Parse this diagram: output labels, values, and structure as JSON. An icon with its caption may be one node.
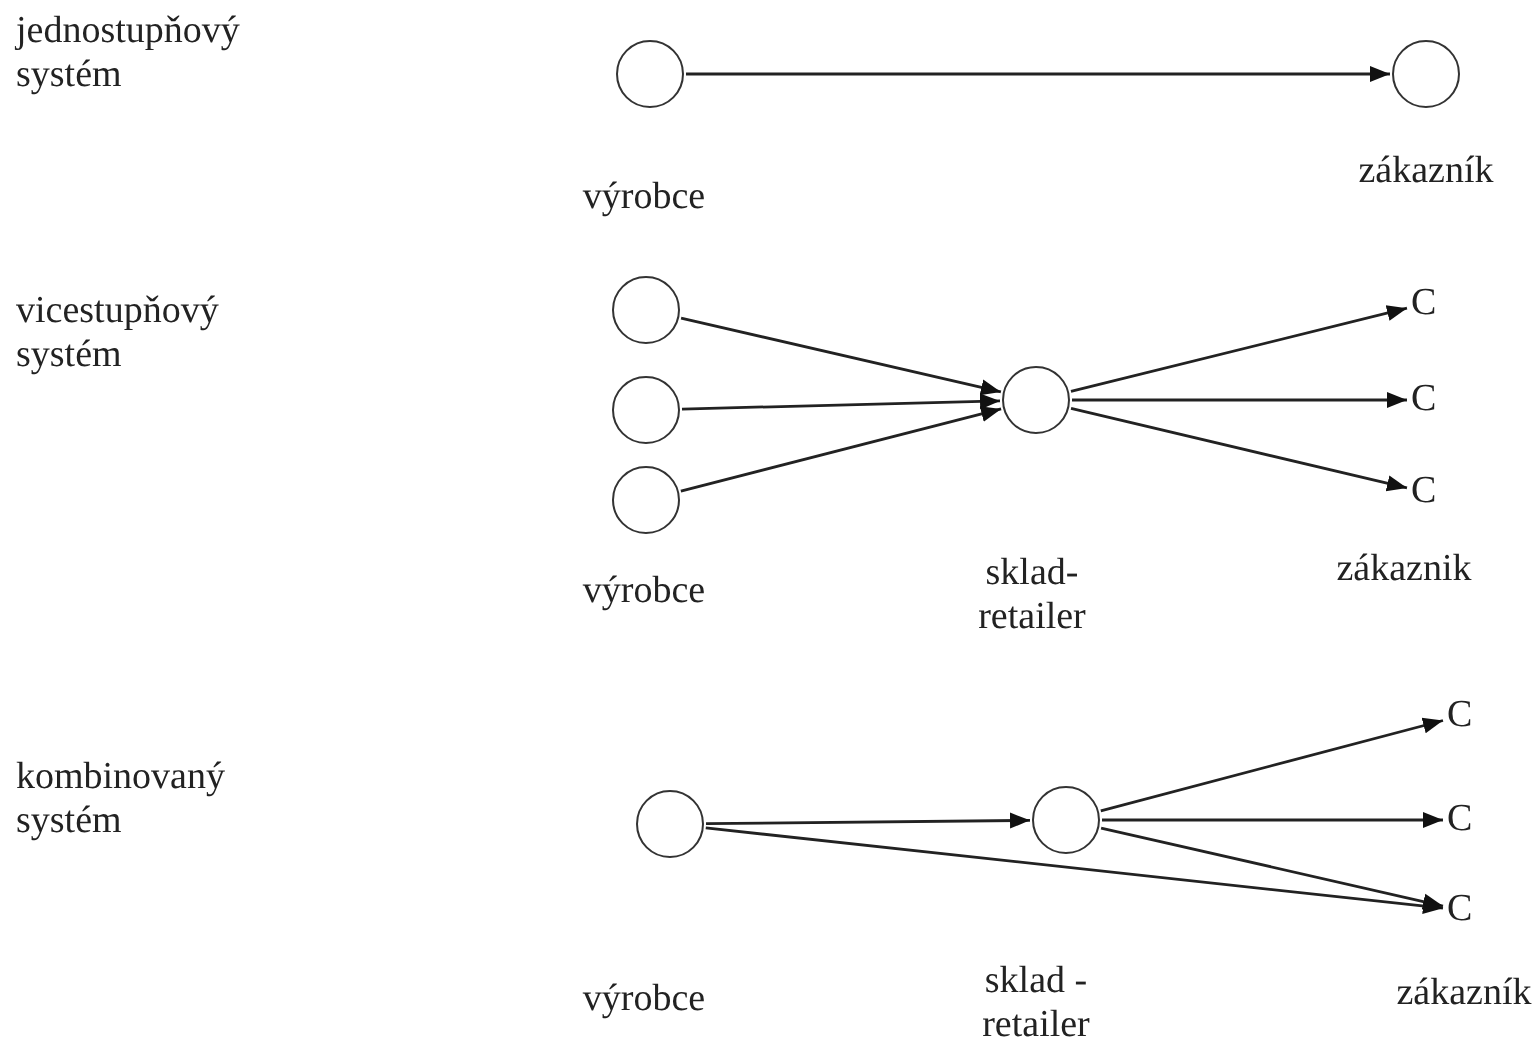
{
  "diagram": {
    "nodes": [
      {
        "text": [],
        "shape": "circle",
        "beside": [
          "výrobce"
        ]
      },
      {
        "text": [],
        "shape": "circle",
        "beside": [
          "zákazník"
        ]
      },
      {
        "text": [],
        "shape": "circle"
      },
      {
        "text": [],
        "shape": "circle"
      },
      {
        "text": [],
        "shape": "circle"
      },
      {
        "text": [],
        "shape": "circle",
        "beside": [
          "sklad- retailer"
        ]
      },
      {
        "text": [
          "C"
        ]
      },
      {
        "text": [
          "C"
        ]
      },
      {
        "text": [
          "C"
        ]
      },
      {
        "text": [],
        "shape": "circle",
        "beside": [
          "výrobce"
        ]
      },
      {
        "text": [],
        "shape": "circle",
        "beside": [
          "sklad - retailer"
        ]
      },
      {
        "text": [
          "C"
        ]
      },
      {
        "text": [
          "C"
        ]
      },
      {
        "text": [
          "C"
        ]
      }
    ],
    "edges": [
      {
        "from": 0,
        "to": 1,
        "arrow": "to"
      },
      {
        "from": 2,
        "to": 5,
        "arrow": "to"
      },
      {
        "from": 3,
        "to": 5,
        "arrow": "to"
      },
      {
        "from": 4,
        "to": 5,
        "arrow": "to"
      },
      {
        "from": 5,
        "to": 6,
        "arrow": "to"
      },
      {
        "from": 5,
        "to": 7,
        "arrow": "to"
      },
      {
        "from": 5,
        "to": 8,
        "arrow": "to"
      },
      {
        "from": 9,
        "to": 10,
        "arrow": "to"
      },
      {
        "from": 10,
        "to": 11,
        "arrow": "to"
      },
      {
        "from": 10,
        "to": 12,
        "arrow": "to"
      },
      {
        "from": 10,
        "to": 13,
        "arrow": "to"
      },
      {
        "from": 9,
        "to": 13,
        "arrow": "to"
      }
    ],
    "labels": [
      "jednostupňový systém",
      "vicestupňový systém",
      "výrobce",
      "zákaznik",
      "kombinovaný systém",
      "zákazník"
    ]
  }
}
